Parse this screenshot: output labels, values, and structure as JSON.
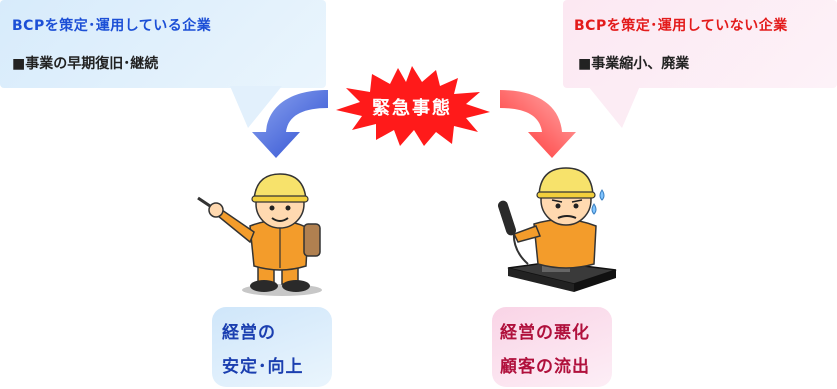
{
  "left_callout": {
    "title": "BCPを策定･運用している企業",
    "item": "■事業の早期復旧･継続",
    "title_color": "#1c4fd6"
  },
  "right_callout": {
    "title": "BCPを策定･運用していない企業",
    "item": "■事業縮小、廃業",
    "title_color": "#e31b1b"
  },
  "emergency": {
    "label": "緊急事態",
    "burst_color": "#ff1a1a"
  },
  "left_result": {
    "line1": "経営の",
    "line2": "安定･向上",
    "text_color": "#1b3fb0"
  },
  "right_result": {
    "line1": "経営の悪化",
    "line2": "顧客の流出",
    "text_color": "#b0103c"
  }
}
